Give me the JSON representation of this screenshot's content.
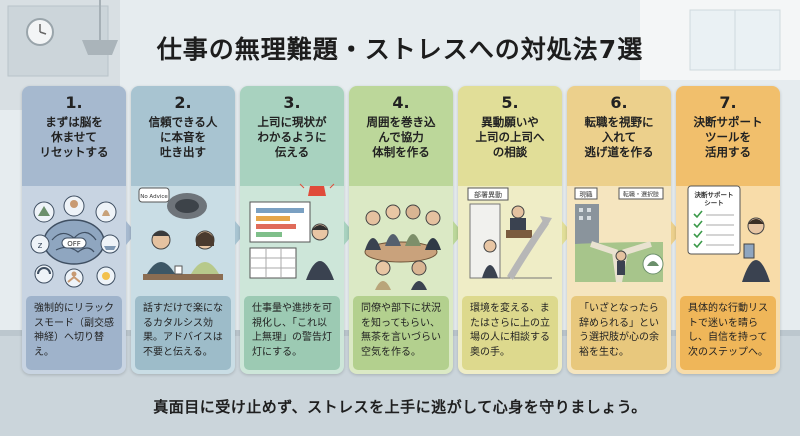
{
  "title": "仕事の無理難題・ストレスへの対処法7選",
  "footer": "真面目に受け止めず、ストレスを上手に逃がして心身を守りましょう。",
  "steps": [
    {
      "num": "1.",
      "heading": "まずは脳を\n休ませて\nリセットする",
      "desc": "強制的にリラック\nスモード（副交感\n神経）へ切り替え。",
      "illus_labels": [
        "OFF"
      ],
      "colors": {
        "head": "#a6b9cf",
        "body": "#c8d4e2",
        "desc": "#9fb3cb"
      }
    },
    {
      "num": "2.",
      "heading": "信頼できる人\nに本音を\n吐き出す",
      "desc": "話すだけで楽にな\nるカタルシス効\n果。アドバイスは\n不要と伝える。",
      "illus_labels": [
        "No Advice"
      ],
      "colors": {
        "head": "#a8c4d1",
        "body": "#c9dde5",
        "desc": "#9dbcc9"
      }
    },
    {
      "num": "3.",
      "heading": "上司に現状が\nわかるように\n伝える",
      "desc": "仕事量や進捗を可\n視化し、「これ以\n上無理」の警告灯\n灯にする。",
      "illus_labels": [],
      "colors": {
        "head": "#a8d2bf",
        "body": "#cde6d9",
        "desc": "#9ccab3"
      }
    },
    {
      "num": "4.",
      "heading": "周囲を巻き込\nんで協力\n体制を作る",
      "desc": "同僚や部下に状況\nを知ってもらい、\n無茶を言いづらい\n空気を作る。",
      "illus_labels": [],
      "colors": {
        "head": "#bcd79a",
        "body": "#dbe9c5",
        "desc": "#b3d08e"
      }
    },
    {
      "num": "5.",
      "heading": "異動願いや\n上司の上司へ\nの相談",
      "desc": "環境を変える、ま\nたはさらに上の立\n場の人に相談する\n奥の手。",
      "illus_labels": [
        "部署異動"
      ],
      "colors": {
        "head": "#e1de98",
        "body": "#efedc6",
        "desc": "#ddd98d"
      }
    },
    {
      "num": "6.",
      "heading": "転職を視野に\n入れて\n逃げ道を作る",
      "desc": "「いざとなったら\n辞められる」とい\nう選択肢が心の余\n裕を生む。",
      "illus_labels": [
        "現職",
        "転職・選択肢"
      ],
      "colors": {
        "head": "#ecd08c",
        "body": "#f5e5bf",
        "desc": "#e8c87d"
      }
    },
    {
      "num": "7.",
      "heading": "決断サポート\nツールを\n活用する",
      "desc": "具体的な行動リス\nトで迷いを晴ら\nし、自信を持って\n次のステップへ。",
      "illus_labels": [
        "決断サポート\nシート"
      ],
      "colors": {
        "head": "#f1bf6c",
        "body": "#f8dca9",
        "desc": "#efb659"
      }
    }
  ]
}
